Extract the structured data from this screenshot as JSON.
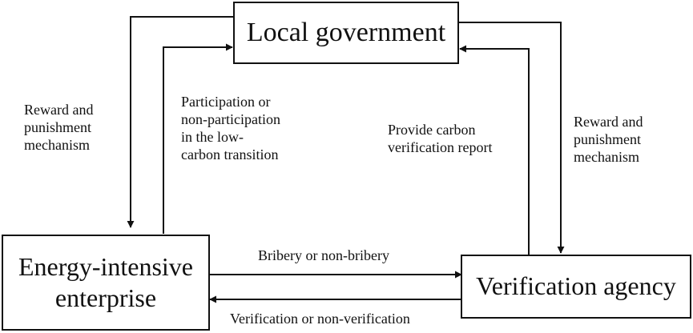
{
  "nodes": {
    "government": {
      "label": "Local government"
    },
    "enterprise": {
      "label_line1": "Energy-intensive",
      "label_line2": "enterprise"
    },
    "agency": {
      "label": "Verification agency"
    }
  },
  "edges": {
    "gov_to_enterprise": "Reward and punishment mechanism",
    "enterprise_to_gov": "Participation or non-participation in the low-carbon transition",
    "agency_to_gov": "Provide carbon verification report",
    "gov_to_agency": "Reward and punishment mechanism",
    "enterprise_to_agency": "Bribery or non-bribery",
    "agency_to_enterprise": "Verification or non-verification"
  },
  "edge_label_lines": {
    "gov_to_enterprise": [
      "Reward and",
      "punishment",
      "mechanism"
    ],
    "enterprise_to_gov": [
      "Participation or",
      "non-participation",
      "in the low-",
      "carbon transition"
    ],
    "agency_to_gov": [
      "Provide carbon",
      "verification report"
    ],
    "gov_to_agency": [
      "Reward and",
      "punishment",
      "mechanism"
    ],
    "enterprise_to_agency": [
      "Bribery or non-bribery"
    ],
    "agency_to_enterprise": [
      "Verification or non-verification"
    ]
  }
}
